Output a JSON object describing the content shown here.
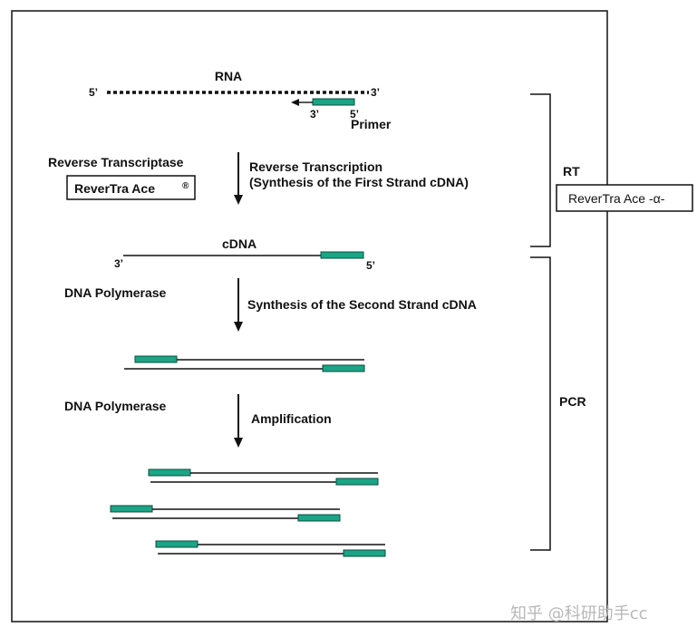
{
  "rna": {
    "label": "RNA",
    "five_prime": "5’",
    "three_prime": "3’"
  },
  "primer": {
    "label": "Primer",
    "three_prime": "3’",
    "five_prime": "5’"
  },
  "step1": {
    "enzyme_label": "Reverse Transcriptase",
    "product": "ReverTra Ace",
    "product_mark": "®",
    "process_line1": "Reverse Transcription",
    "process_line2": "(Synthesis of the First Strand cDNA)"
  },
  "cdna": {
    "label": "cDNA",
    "three_prime": "3’",
    "five_prime": "5’"
  },
  "step2": {
    "enzyme_label": "DNA Polymerase",
    "process": "Synthesis of the Second Strand cDNA"
  },
  "step3": {
    "enzyme_label": "DNA Polymerase",
    "process": "Amplification"
  },
  "brackets": {
    "rt_label": "RT",
    "rt_product": "ReverTra Ace -α-",
    "pcr_label": "PCR"
  },
  "watermark": "知乎 @科研助手cc",
  "colors": {
    "primer_fill": "#1aa586",
    "line": "#111111",
    "watermark": "#b8b8b8"
  }
}
